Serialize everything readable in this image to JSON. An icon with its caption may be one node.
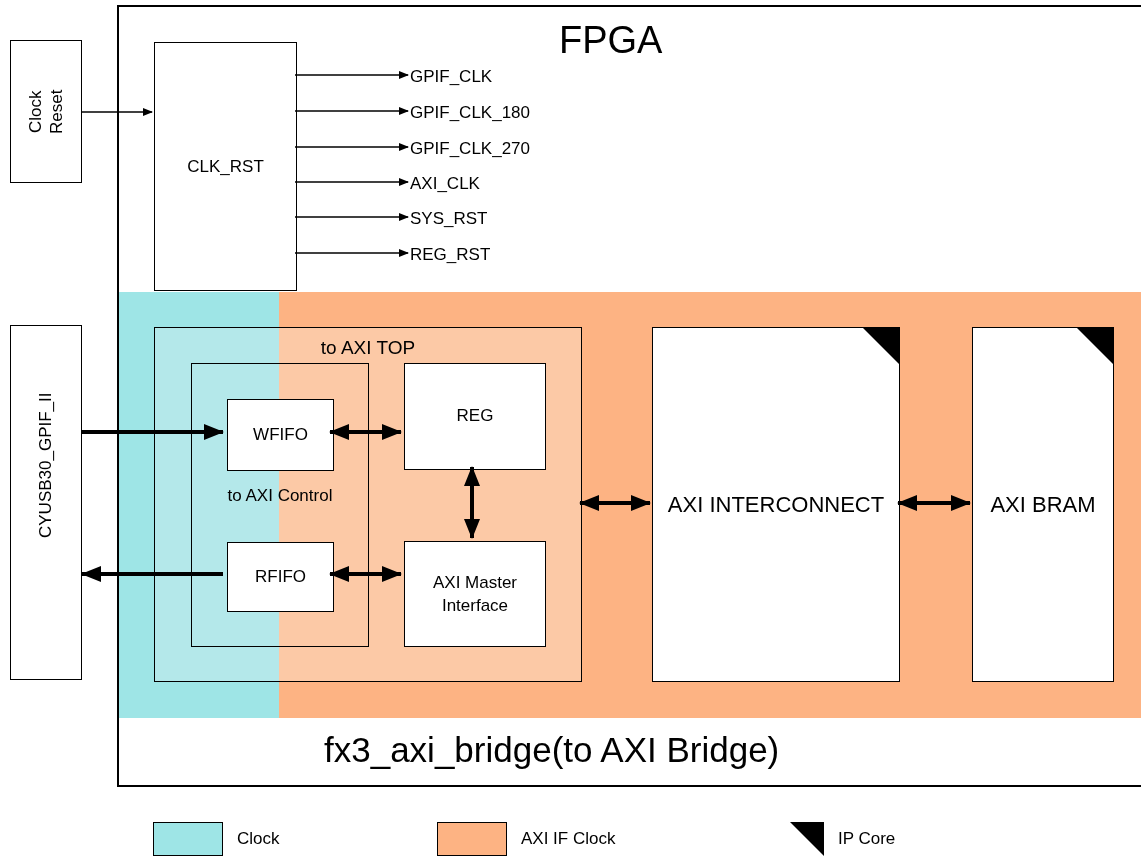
{
  "diagram": {
    "nodes": [
      {
        "text": [
          "Clock Reset"
        ]
      },
      {
        "text": [
          "FPGA",
          "fx3_axi_bridge(to AXI Bridge)"
        ]
      },
      {
        "text": [
          "CLK_RST"
        ],
        "in": 1
      },
      {
        "text": [
          "GPIF_CLK"
        ],
        "in": 1
      },
      {
        "text": [
          "GPIF_CLK_180"
        ],
        "in": 1
      },
      {
        "text": [
          "GPIF_CLK_270"
        ],
        "in": 1
      },
      {
        "text": [
          "AXI_CLK"
        ],
        "in": 1
      },
      {
        "text": [
          "SYS_RST"
        ],
        "in": 1
      },
      {
        "text": [
          "REG_RST"
        ],
        "in": 1
      },
      {
        "text": [
          "CYUSB30_GPIF_II"
        ]
      },
      {
        "text": [
          "to AXI TOP"
        ],
        "in": 1
      },
      {
        "text": [
          "to AXI Control"
        ],
        "in": 10
      },
      {
        "text": [
          "WFIFO"
        ],
        "in": 11
      },
      {
        "text": [
          "RFIFO"
        ],
        "in": 11
      },
      {
        "text": [
          "REG"
        ],
        "in": 10
      },
      {
        "text": [
          "AXI Master Interface"
        ],
        "in": 10
      },
      {
        "text": [
          "AXI INTERCONNECT"
        ],
        "in": 1
      },
      {
        "text": [
          "AXI BRAM"
        ],
        "in": 1
      }
    ],
    "edges": [
      {
        "from": 0,
        "to": 2,
        "arrow": "to"
      },
      {
        "from": 2,
        "to": 3,
        "arrow": "to"
      },
      {
        "from": 2,
        "to": 4,
        "arrow": "to"
      },
      {
        "from": 2,
        "to": 5,
        "arrow": "to"
      },
      {
        "from": 2,
        "to": 6,
        "arrow": "to"
      },
      {
        "from": 2,
        "to": 7,
        "arrow": "to"
      },
      {
        "from": 2,
        "to": 8,
        "arrow": "to"
      },
      {
        "from": 9,
        "to": 12,
        "arrow": "to",
        "style": "thick"
      },
      {
        "from": 13,
        "to": 9,
        "arrow": "to",
        "style": "thick"
      },
      {
        "from": 12,
        "to": 14,
        "arrow": "both",
        "style": "thick"
      },
      {
        "from": 13,
        "to": 15,
        "arrow": "both",
        "style": "thick"
      },
      {
        "from": 14,
        "to": 15,
        "arrow": "both",
        "style": "thick"
      },
      {
        "from": 10,
        "to": 16,
        "arrow": "both",
        "style": "thick"
      },
      {
        "from": 16,
        "to": 17,
        "arrow": "both",
        "style": "thick"
      }
    ],
    "legend": [
      {
        "text": "Clock",
        "color": "#9ee5e6"
      },
      {
        "text": "AXI IF Clock",
        "color": "#fdb383"
      },
      {
        "text": "IP Core"
      }
    ]
  }
}
